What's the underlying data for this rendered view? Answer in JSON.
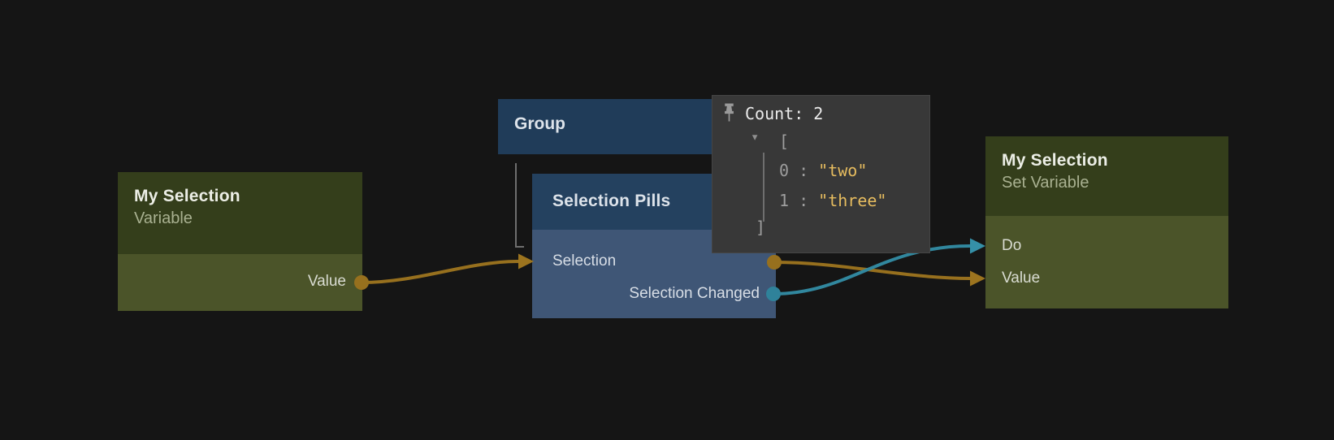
{
  "editor": {
    "background_color": "#151515",
    "wire_colors": {
      "data": "#97701e",
      "signal": "#31879e"
    }
  },
  "nodes": {
    "variable": {
      "title": "My Selection",
      "subtitle": "Variable",
      "output_label": "Value",
      "header_color": "#343e1b",
      "body_color": "#4b5429"
    },
    "group": {
      "title": "Group",
      "header_color": "#203c59"
    },
    "selection_pills": {
      "title": "Selection Pills",
      "input_label": "Selection",
      "output_label": "Selection Changed",
      "header_color": "#24415f",
      "body_color": "#3f5676"
    },
    "set_variable": {
      "title": "My Selection",
      "subtitle": "Set Variable",
      "input_labels": [
        "Do",
        "Value"
      ],
      "header_color": "#343e1b",
      "body_color": "#4b5429"
    }
  },
  "inspector": {
    "header": "Count: 2",
    "array_open": "[",
    "array_close": "]",
    "entries": [
      {
        "index": "0",
        "separator": " : ",
        "value": "\"two\""
      },
      {
        "index": "1",
        "separator": " : ",
        "value": "\"three\""
      }
    ],
    "string_color": "#e6bc5f",
    "muted_color": "#9e9e9e",
    "background_color": "#383838"
  }
}
